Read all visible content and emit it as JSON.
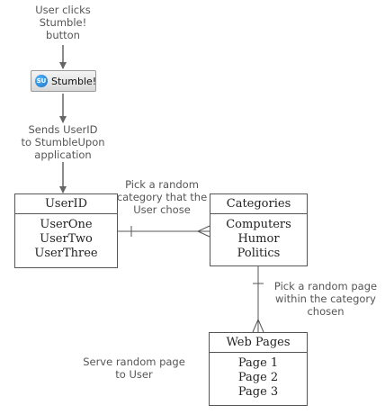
{
  "notes": {
    "user_clicks": [
      "User clicks",
      "Stumble!",
      "button"
    ],
    "sends_userid": [
      "Sends UserID",
      "to StumbleUpon",
      "application"
    ],
    "pick_category": [
      "Pick a random",
      "category that the",
      "User chose"
    ],
    "pick_page": [
      "Pick a random page",
      "within the category",
      "chosen"
    ],
    "serve_page": [
      "Serve random page",
      "to User"
    ]
  },
  "stumble_button": {
    "label": "Stumble!",
    "icon": "stumbleupon-logo-icon",
    "icon_text": "SU"
  },
  "entities": {
    "userid": {
      "title": "UserID",
      "items": [
        "UserOne",
        "UserTwo",
        "UserThree"
      ]
    },
    "categories": {
      "title": "Categories",
      "items": [
        "Computers",
        "Humor",
        "Politics"
      ]
    },
    "webpages": {
      "title": "Web Pages",
      "items": [
        "Page 1",
        "Page 2",
        "Page 3"
      ]
    }
  },
  "colors": {
    "line": "#555555",
    "text": "#555555",
    "box_border": "#555555"
  }
}
